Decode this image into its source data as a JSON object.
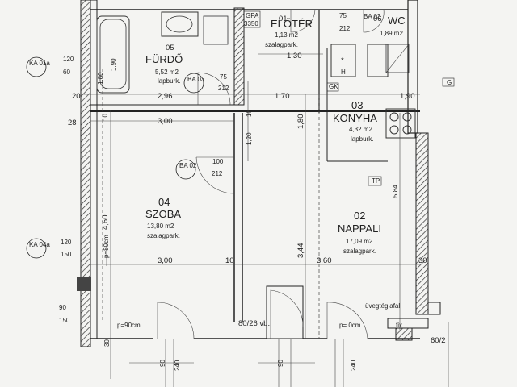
{
  "rooms": [
    {
      "no": "05",
      "name": "FÜRDŐ",
      "area": "5,52 m2",
      "floor": "lapburk."
    },
    {
      "no": "01",
      "name": "ELŐTÉR",
      "area": "1,13 m2",
      "floor": "szalagpark."
    },
    {
      "no": "06",
      "name": "WC",
      "area": "1,89 m2",
      "floor": ""
    },
    {
      "no": "03",
      "name": "KONYHA",
      "area": "4,32 m2",
      "floor": "lapburk."
    },
    {
      "no": "04",
      "name": "SZOBA",
      "area": "13,80 m2",
      "floor": "szalagpark."
    },
    {
      "no": "02",
      "name": "NAPPALI",
      "area": "17,09 m2",
      "floor": "szalagpark."
    }
  ],
  "doors": [
    {
      "code": "BA 03",
      "w": "75",
      "h": "212"
    },
    {
      "code": "BA 02",
      "w": "100",
      "h": "212"
    },
    {
      "code": "BA 03",
      "w": "75",
      "h": "212"
    }
  ],
  "windows": [
    {
      "code": "KA 01a",
      "w": "120",
      "h": "60"
    },
    {
      "code": "KA 04a",
      "w": "120",
      "h": "150"
    }
  ],
  "dimensions": {
    "d296": "2,96",
    "d170": "1,70",
    "d190": "1,90",
    "d130": "1,30",
    "d300a": "3,00",
    "d300b": "3,00",
    "d360": "3,60",
    "d180": "1,80",
    "d120": "1,20",
    "d460": "4,60",
    "d344": "3,44",
    "d584": "5,84",
    "d10a": "10",
    "d10b": "10",
    "d10c": "10",
    "d20": "20",
    "d28": "28",
    "d30a": "30",
    "d30b": "30",
    "d180v": "1,80",
    "d190v": "1,90"
  },
  "labels": {
    "gpa": "GPA",
    "gpa_val": "3350",
    "gk": "GK",
    "tp": "TP",
    "h": "H",
    "p80": "p=80cm",
    "p90": "p=90cm",
    "p0": "p= 0cm",
    "glass": "üvegtéglafal",
    "fix": "fix",
    "vb": "80/26 vb.",
    "w90": "90",
    "w150": "150",
    "w90b": "90",
    "w240": "240",
    "w90c": "90",
    "w240b": "240",
    "ka_dim1": "120",
    "ka_dim2": "60",
    "ka_dim3": "120",
    "ka_dim4": "150",
    "sixty": "60/2",
    "g": "G"
  }
}
